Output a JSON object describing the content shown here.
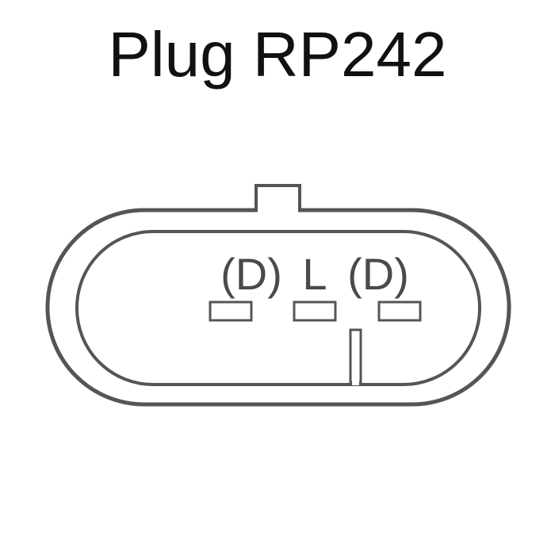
{
  "title": "Plug RP242",
  "connector": {
    "pins": [
      {
        "label": "(D)"
      },
      {
        "label": "L"
      },
      {
        "label": "(D)"
      }
    ]
  },
  "colors": {
    "outline": "#555555",
    "text": "#111111",
    "pin_label": "#4a4a4a"
  }
}
